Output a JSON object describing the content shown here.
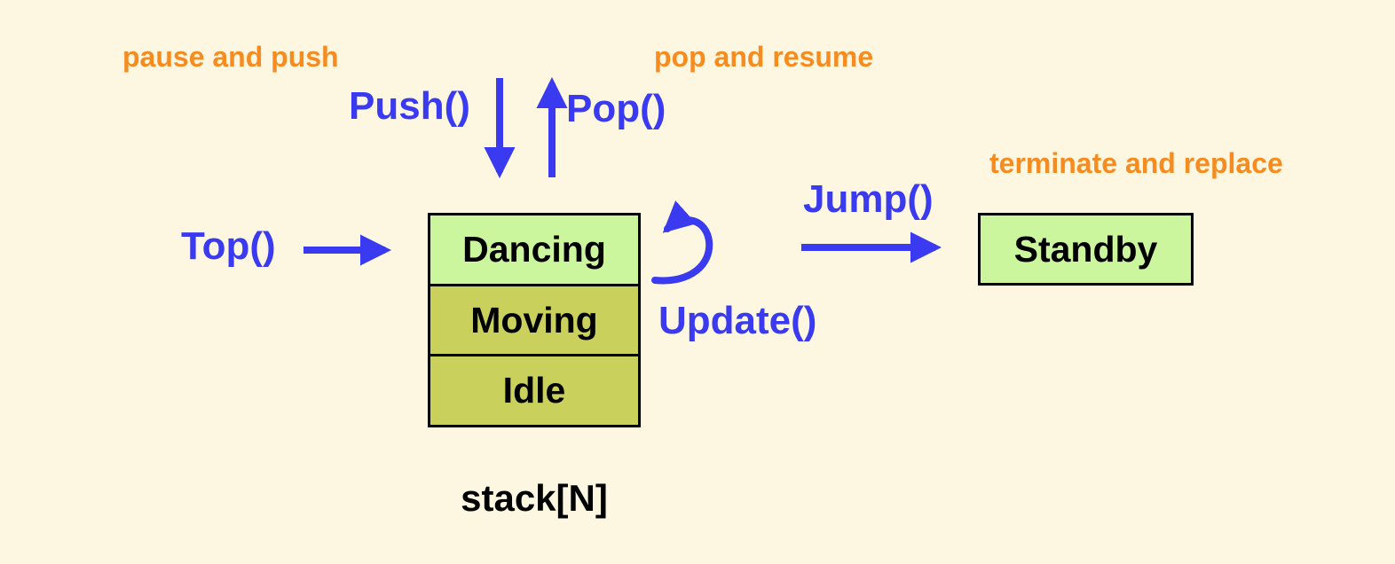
{
  "diagram": {
    "annotations": {
      "pause_and_push": "pause and push",
      "pop_and_resume": "pop and resume",
      "terminate_and_replace": "terminate and replace"
    },
    "transitions": {
      "push": "Push()",
      "pop": "Pop()",
      "top": "Top()",
      "jump": "Jump()",
      "update": "Update()"
    },
    "stack": {
      "caption": "stack[N]",
      "states": [
        "Dancing",
        "Moving",
        "Idle"
      ]
    },
    "standby": {
      "label": "Standby"
    }
  },
  "colors": {
    "bg": "#fdf6e0",
    "blue": "#3a3af0",
    "orange": "#f68b1f",
    "green-light": "#ccf69e",
    "olive": "#c9d05c",
    "ink": "#000000"
  }
}
